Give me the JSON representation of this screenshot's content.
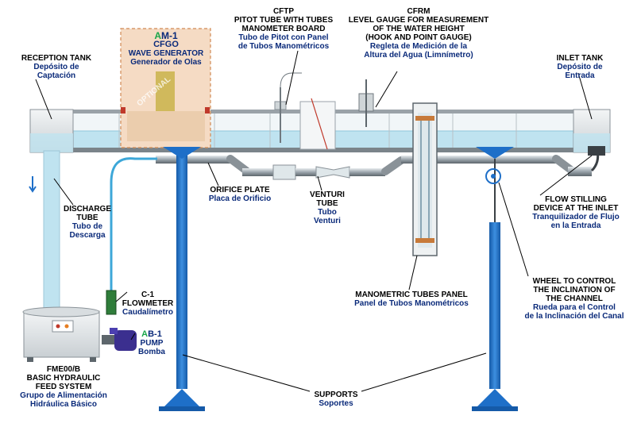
{
  "reception_tank": {
    "en": "RECEPTION TANK",
    "es1": "Depósito de",
    "es2": "Captación"
  },
  "wave_generator": {
    "code_a": "A",
    "code_rest": "M-1",
    "cfgo": "CFGO",
    "en": "WAVE GENERATOR",
    "es": "Generador de Olas",
    "watermark": "OPTIONAL"
  },
  "pitot": {
    "code": "CFTP",
    "en1": "PITOT TUBE WITH TUBES",
    "en2": "MANOMETER BOARD",
    "es1": "Tubo de Pitot con Panel",
    "es2": "de Tubos Manométricos"
  },
  "level_gauge": {
    "code": "CFRM",
    "en1": "LEVEL GAUGE FOR MEASUREMENT",
    "en2": "OF THE WATER HEIGHT",
    "en3": "(HOOK AND POINT GAUGE)",
    "es1": "Regleta de Medición de la",
    "es2": "Altura del Agua (Limnímetro)"
  },
  "inlet_tank": {
    "en": "INLET TANK",
    "es1": "Depósito de",
    "es2": "Entrada"
  },
  "discharge_tube": {
    "en1": "DISCHARGE",
    "en2": "TUBE",
    "es1": "Tubo de",
    "es2": "Descarga"
  },
  "orifice_plate": {
    "en": "ORIFICE PLATE",
    "es": "Placa de Orificio"
  },
  "venturi": {
    "en1": "VENTURI",
    "en2": "TUBE",
    "es1": "Tubo",
    "es2": "Venturi"
  },
  "flow_stilling": {
    "en1": "FLOW STILLING",
    "en2": "DEVICE AT THE INLET",
    "es1": "Tranquilizador de Flujo",
    "es2": "en la Entrada"
  },
  "flowmeter": {
    "code": "C-1",
    "en": "FLOWMETER",
    "es": "Caudalímetro"
  },
  "pump": {
    "code_a": "A",
    "code_rest": "B-1",
    "en": "PUMP",
    "es": "Bomba"
  },
  "manometric_panel": {
    "en": "MANOMETRIC TUBES PANEL",
    "es": "Panel de Tubos Manométricos"
  },
  "wheel": {
    "en1": "WHEEL TO CONTROL",
    "en2": "THE INCLINATION OF",
    "en3": "THE CHANNEL",
    "es1": "Rueda para el Control",
    "es2": "de la Inclinación del Canal"
  },
  "feed_system": {
    "code": "FME00/B",
    "en1": "BASIC HYDRAULIC",
    "en2": "FEED SYSTEM",
    "es1": "Grupo de Alimentación",
    "es2": "Hidráulica Básico"
  },
  "supports": {
    "en": "SUPPORTS",
    "es": "Soportes"
  },
  "colors": {
    "label_blue": "#0a2a7a",
    "support_blue": "#1e6fc8",
    "water": "#bfe3f0",
    "code_green": "#1aa64a"
  }
}
